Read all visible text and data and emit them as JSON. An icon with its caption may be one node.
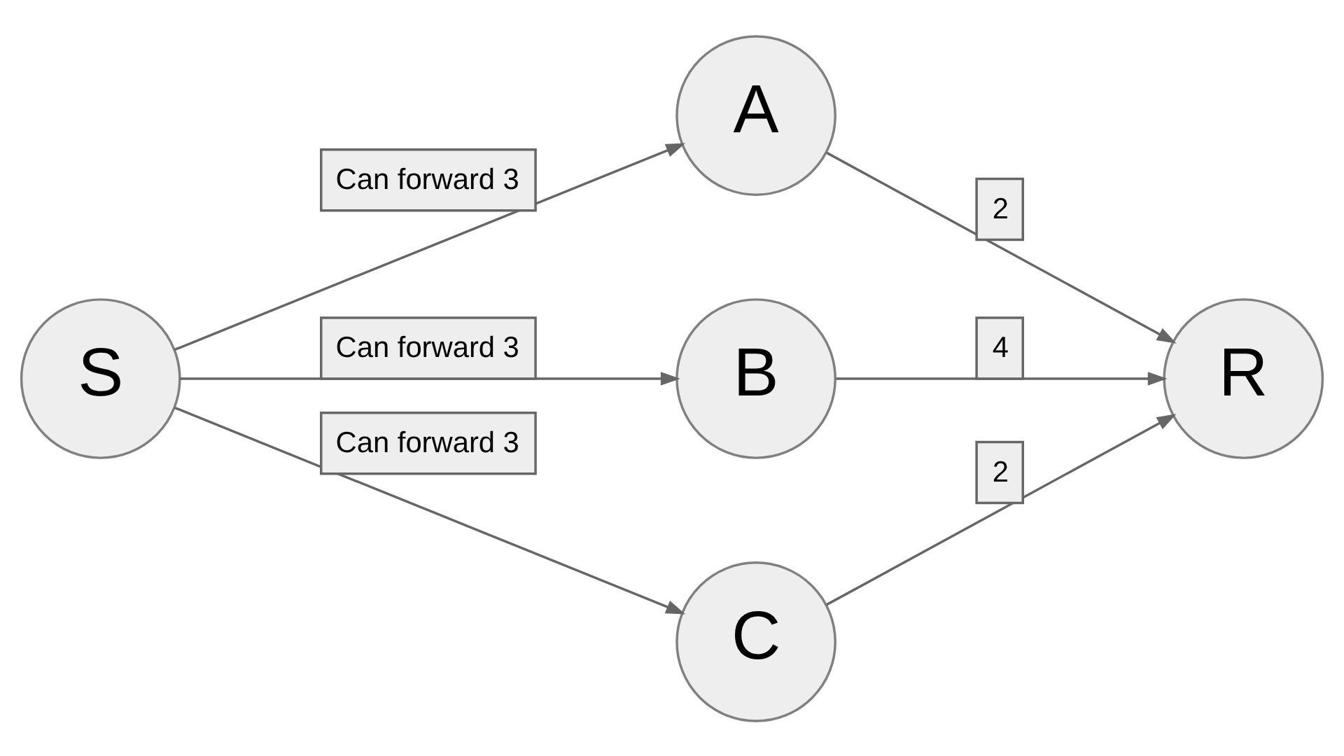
{
  "diagram": {
    "nodes": [
      {
        "text": [
          "S"
        ]
      },
      {
        "text": [
          "A"
        ]
      },
      {
        "text": [
          "B"
        ]
      },
      {
        "text": [
          "C"
        ]
      },
      {
        "text": [
          "R"
        ]
      }
    ],
    "edges": [
      {
        "from": 0,
        "to": 1,
        "arrow": "to",
        "label": "Can forward 3"
      },
      {
        "from": 0,
        "to": 2,
        "arrow": "to",
        "label": "Can forward 3"
      },
      {
        "from": 0,
        "to": 3,
        "arrow": "to",
        "label": "Can forward 3"
      },
      {
        "from": 1,
        "to": 4,
        "arrow": "to",
        "label": "2"
      },
      {
        "from": 2,
        "to": 4,
        "arrow": "to",
        "label": "4"
      },
      {
        "from": 3,
        "to": 4,
        "arrow": "to",
        "label": "2"
      }
    ]
  }
}
